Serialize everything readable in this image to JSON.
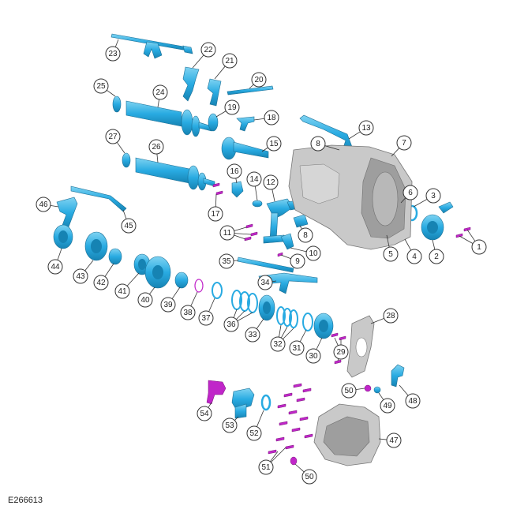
{
  "figure_id": "E266613",
  "colors": {
    "part_fill": "#29abe2",
    "part_stroke": "#1a6f96",
    "fastener_fill": "#c026c9",
    "housing_fill": "#c9c9c9"
  },
  "callouts": [
    "1",
    "2",
    "3",
    "4",
    "5",
    "6",
    "7",
    "8",
    "8",
    "9",
    "10",
    "11",
    "12",
    "13",
    "14",
    "15",
    "16",
    "17",
    "18",
    "19",
    "20",
    "21",
    "22",
    "23",
    "24",
    "25",
    "26",
    "27",
    "28",
    "29",
    "30",
    "31",
    "32",
    "33",
    "34",
    "35",
    "36",
    "37",
    "38",
    "39",
    "40",
    "41",
    "42",
    "43",
    "44",
    "45",
    "46",
    "47",
    "48",
    "49",
    "50",
    "50",
    "51",
    "52",
    "53",
    "54"
  ]
}
